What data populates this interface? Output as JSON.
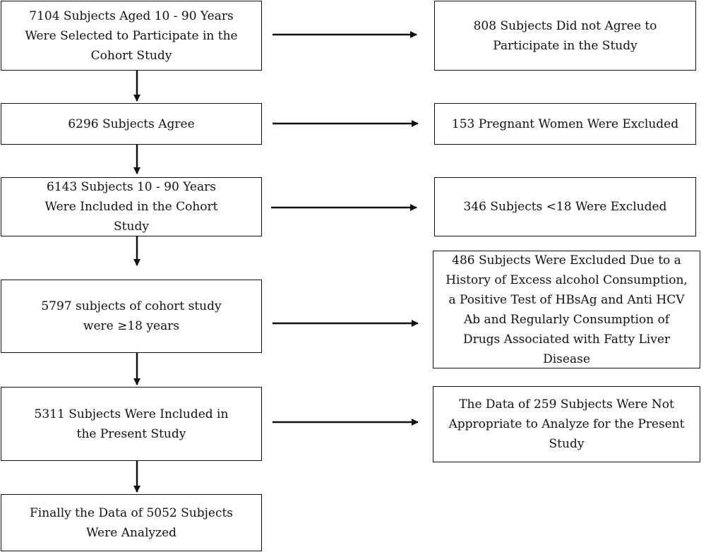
{
  "flowchart": {
    "main_steps": [
      {
        "text": "7104 Subjects Aged 10 - 90 Years Were Selected to Participate in the Cohort Study"
      },
      {
        "text": "6296 Subjects Agree"
      },
      {
        "text": "6143 Subjects 10 - 90 Years Were Included in the Cohort Study"
      },
      {
        "text": "5797 subjects of cohort study were ≥18 years"
      },
      {
        "text": "5311 Subjects Were Included in the Present Study"
      },
      {
        "text": "Finally the Data of 5052 Subjects Were Analyzed"
      }
    ],
    "exclusions": [
      {
        "text": "808 Subjects Did not Agree to Participate in the Study"
      },
      {
        "text": "153 Pregnant Women Were Excluded"
      },
      {
        "text": "346 Subjects <18 Were Excluded"
      },
      {
        "text": "486 Subjects Were Excluded Due to a History of Excess alcohol Consumption, a Positive Test of HBsAg and Anti HCV Ab and Regularly Consumption of Drugs Associated with Fatty Liver Disease"
      },
      {
        "text": "The Data of 259 Subjects Were Not Appropriate to Analyze for the Present Study"
      }
    ],
    "colors": {
      "stroke": "#111111",
      "background": "#ffffff",
      "text": "#111111"
    }
  }
}
